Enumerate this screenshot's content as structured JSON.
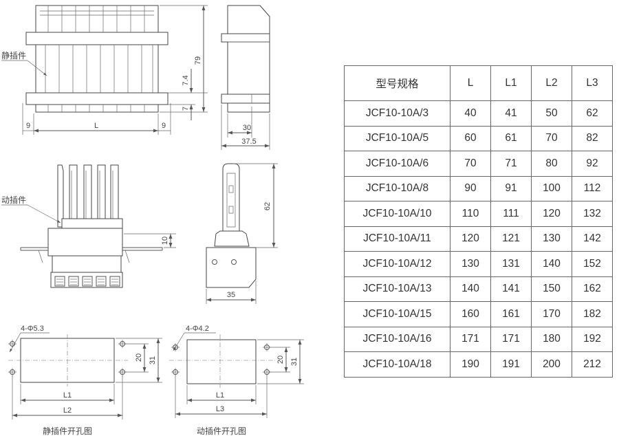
{
  "labels": {
    "static_part": "静插件",
    "moving_part": "动插件",
    "static_cutout": "静插件开孔图",
    "moving_cutout": "动插件开孔图",
    "holes_static": "4-Φ5.3",
    "holes_moving": "4-Φ4.2"
  },
  "dims": {
    "d9_left": "9",
    "d_L": "L",
    "d9_right": "9",
    "d79": "79",
    "d7_4": "7.4",
    "d7": "7",
    "d30": "30",
    "d37_5": "37.5",
    "d62": "62",
    "d10": "10",
    "d35": "35",
    "s_20": "20",
    "s_31": "31",
    "s_L1": "L1",
    "s_L2": "L2",
    "m_20": "20",
    "m_31": "31",
    "m_L1": "L1",
    "m_L3": "L3"
  },
  "table": {
    "headers": [
      "型号规格",
      "L",
      "L1",
      "L2",
      "L3"
    ],
    "rows": [
      [
        "JCF10-10A/3",
        "40",
        "41",
        "50",
        "62"
      ],
      [
        "JCF10-10A/5",
        "60",
        "61",
        "70",
        "82"
      ],
      [
        "JCF10-10A/6",
        "70",
        "71",
        "80",
        "92"
      ],
      [
        "JCF10-10A/8",
        "90",
        "91",
        "100",
        "112"
      ],
      [
        "JCF10-10A/10",
        "110",
        "111",
        "120",
        "132"
      ],
      [
        "JCF10-10A/11",
        "120",
        "121",
        "130",
        "142"
      ],
      [
        "JCF10-10A/12",
        "130",
        "131",
        "140",
        "152"
      ],
      [
        "JCF10-10A/13",
        "140",
        "141",
        "150",
        "162"
      ],
      [
        "JCF10-10A/15",
        "160",
        "161",
        "170",
        "182"
      ],
      [
        "JCF10-10A/16",
        "171",
        "171",
        "180",
        "192"
      ],
      [
        "JCF10-10A/18",
        "190",
        "191",
        "200",
        "212"
      ]
    ]
  }
}
